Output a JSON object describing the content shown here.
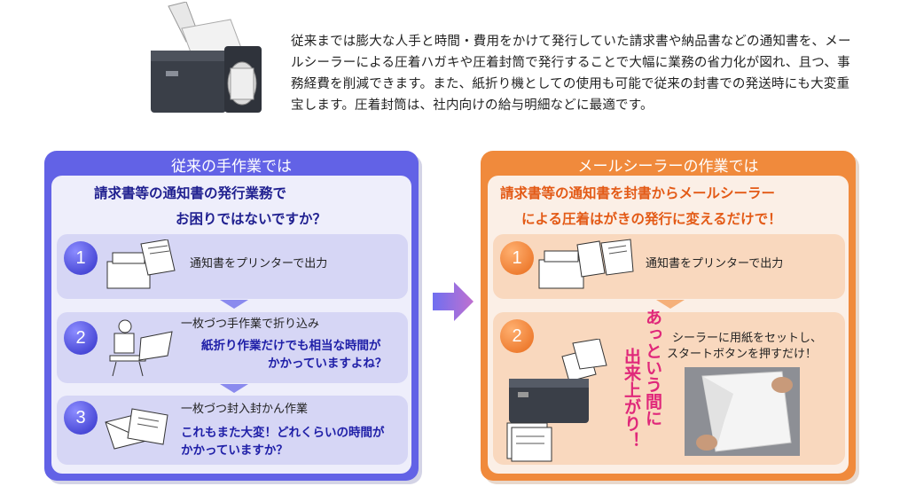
{
  "intro": "従来までは膨大な人手と時間・費用をかけて発行していた請求書や納品書などの通知書を、メールシーラーによる圧着ハガキや圧着封筒で発行することで大幅に業務の省力化が図れ、且つ、事務経費を削減できます。また、紙折り機としての使用も可能で従来の封書での発送時にも大変重宝します。圧着封筒は、社内向けの給与明細などに最適です。",
  "left": {
    "title": "従来の手作業では",
    "headline1": "請求書等の通知書の発行業務で",
    "headline2": "お困りではないですか？",
    "steps": [
      {
        "num": "1",
        "text": "通知書をプリンターで出力"
      },
      {
        "num": "2",
        "text": "一枚づつ手作業で折り込み",
        "note1": "紙折り作業だけでも相当な時間が",
        "note2": "かかっていますよね？"
      },
      {
        "num": "3",
        "text": "一枚づつ封入封かん作業",
        "note1": "これもまた大変！どれくらいの時間が",
        "note2": "かかっていますか？"
      }
    ]
  },
  "right": {
    "title": "メールシーラーの作業では",
    "headline1": "請求書等の通知書を封書からメールシーラー",
    "headline2": "による圧着はがきの発行に変えるだけで！",
    "steps": [
      {
        "num": "1",
        "text": "通知書をプリンターで出力"
      },
      {
        "num": "2",
        "text1": "シーラーに用紙をセットし、",
        "text2": "スタートボタンを押すだけ！"
      }
    ],
    "vertical1": "あっという間に",
    "vertical2": "出来上がり！"
  },
  "colors": {
    "left_accent": "#6262e6",
    "right_accent": "#f08a3c",
    "emphasis": "#e0287a"
  }
}
